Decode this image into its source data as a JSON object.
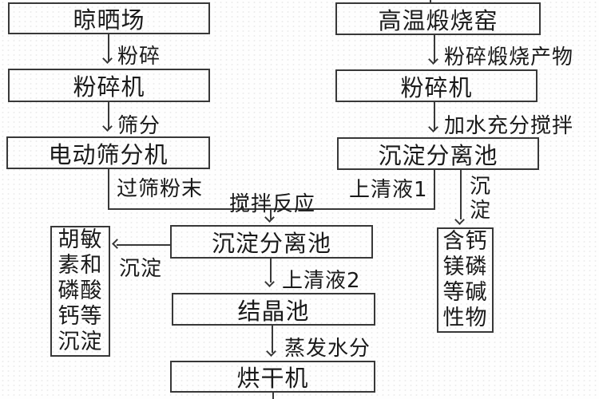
{
  "diagram": {
    "boxes": {
      "drying_field": "晾晒场",
      "crusher_left": "粉碎机",
      "electric_sieve": "电动筛分机",
      "kiln": "高温煅烧窑",
      "crusher_right": "粉碎机",
      "sedimentation_right": "沉淀分离池",
      "sedimentation_center": "沉淀分离池",
      "crystallization": "结晶池",
      "dryer": "烘干机",
      "humin_precipitate": "胡敏\n素和\n磷酸\n钙等\n沉淀",
      "alkaline_product": "含钙\n镁磷\n等碱\n性物"
    },
    "labels": {
      "crush": "粉碎",
      "sieving": "筛分",
      "sieved_powder": "过筛粉末",
      "crushed_calcined_product": "粉碎煅烧产物",
      "add_water_stir": "加水充分搅拌",
      "stir_reaction": "搅拌反应",
      "supernatant_1": "上清液1",
      "precipitate_vertical": "沉\n淀",
      "precipitate_left": "沉淀",
      "supernatant_2": "上清液2",
      "evaporate_water": "蒸发水分"
    },
    "edges": [
      {
        "from": "drying_field",
        "to": "crusher_left",
        "label": "粉碎"
      },
      {
        "from": "crusher_left",
        "to": "electric_sieve",
        "label": "筛分"
      },
      {
        "from": "electric_sieve",
        "to": "sedimentation_center",
        "label": "过筛粉末, 搅拌反应"
      },
      {
        "from": "kiln",
        "to": "crusher_right",
        "label": "粉碎煅烧产物"
      },
      {
        "from": "crusher_right",
        "to": "sedimentation_right",
        "label": "加水充分搅拌"
      },
      {
        "from": "sedimentation_right",
        "to": "sedimentation_center",
        "label": "上清液1, 搅拌反应"
      },
      {
        "from": "sedimentation_right",
        "to": "alkaline_product",
        "label": "沉淀"
      },
      {
        "from": "sedimentation_center",
        "to": "humin_precipitate",
        "label": "沉淀"
      },
      {
        "from": "sedimentation_center",
        "to": "crystallization",
        "label": "上清液2"
      },
      {
        "from": "crystallization",
        "to": "dryer",
        "label": "蒸发水分"
      }
    ],
    "colors": {
      "line": "#383838",
      "text": "#1a1a1a",
      "background": "#fefefe"
    }
  }
}
